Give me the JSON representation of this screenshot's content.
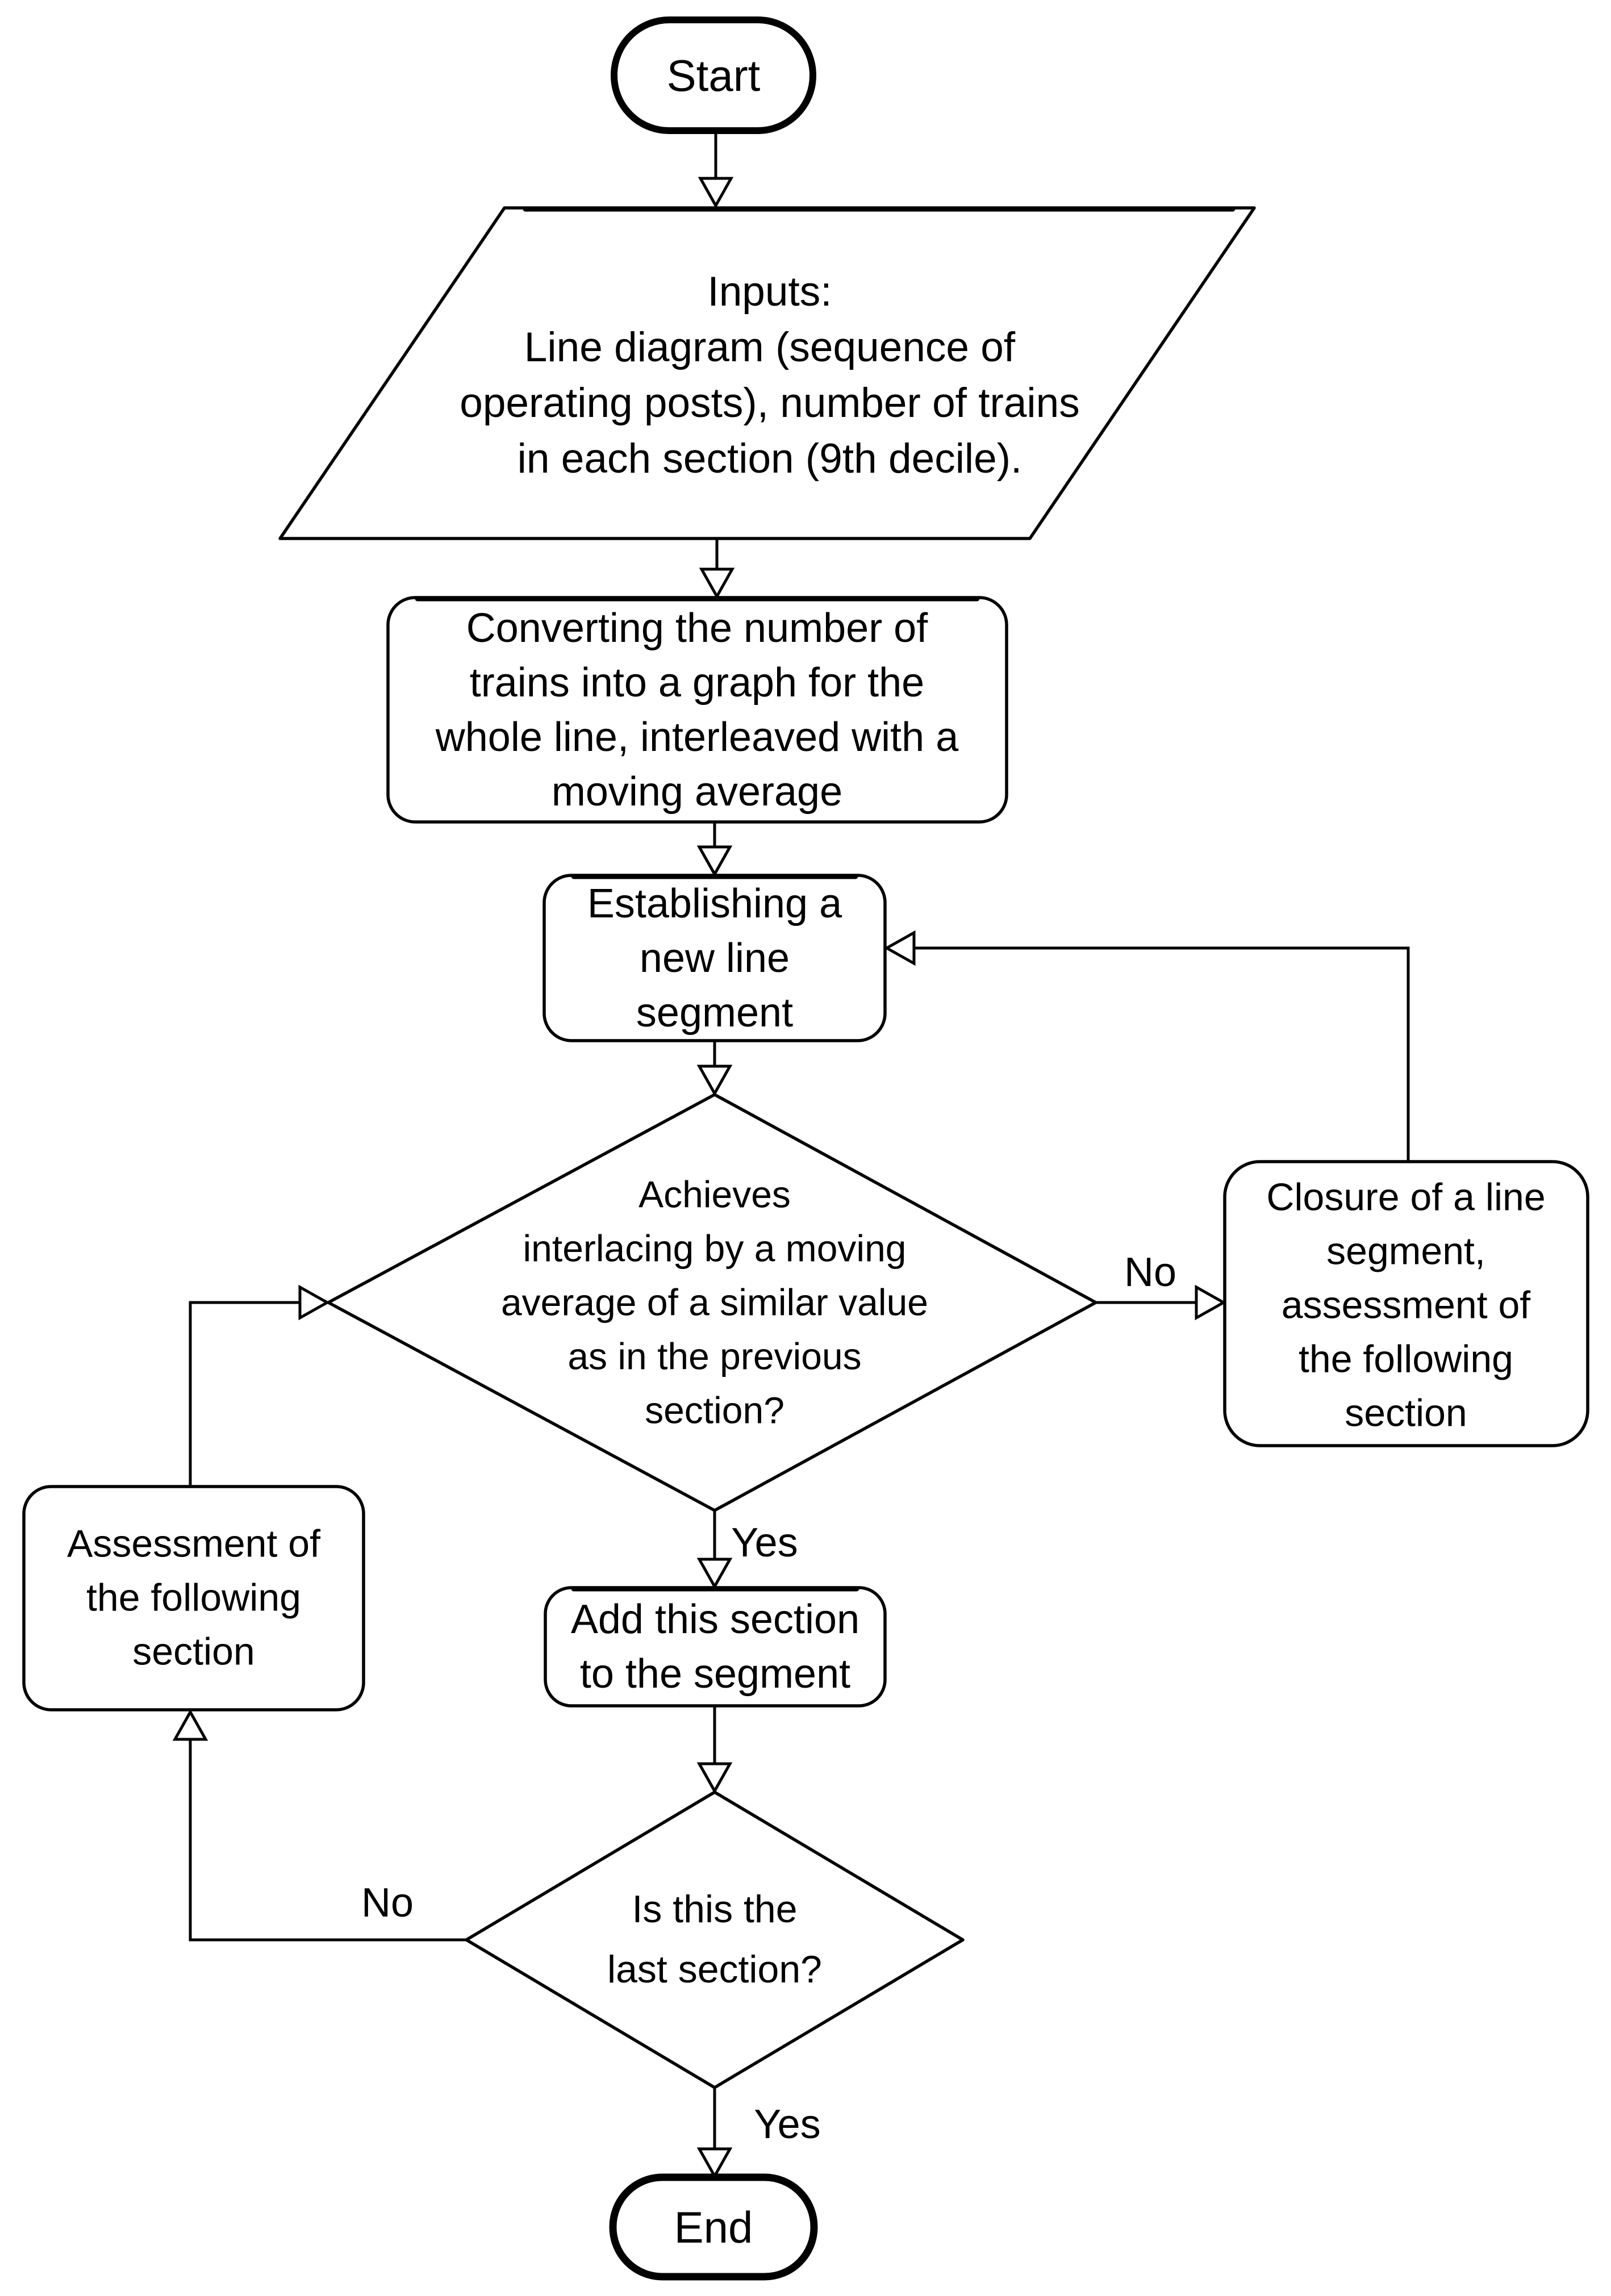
{
  "flowchart": {
    "type": "flowchart",
    "direction": "top-down",
    "colors": {
      "background": "#ffffff",
      "node_fill": "#ffffff",
      "stroke": "#000000",
      "text": "#000000"
    },
    "nodes": {
      "start": {
        "type": "terminator",
        "label": "Start"
      },
      "inputs": {
        "type": "input-output",
        "label": "Inputs:\nLine diagram (sequence of\noperating posts), number of trains\nin each section (9th decile)."
      },
      "convert": {
        "type": "process",
        "label": "Converting the number of\ntrains into a graph for the\nwhole line, interleaved with a\nmoving average"
      },
      "establish": {
        "type": "process",
        "label": "Establishing a\nnew line\nsegment"
      },
      "decide_interlacing": {
        "type": "decision",
        "label": "Achieves\ninterlacing by a moving\naverage of a similar value\nas in the previous\nsection?"
      },
      "closure": {
        "type": "process",
        "label": "Closure of a line\nsegment,\nassessment of\nthe following\nsection"
      },
      "add_section": {
        "type": "process",
        "label": "Add this section\nto the segment"
      },
      "decide_last": {
        "type": "decision",
        "label": "Is this the\nlast section?"
      },
      "assess": {
        "type": "process",
        "label": "Assessment of\nthe following\nsection"
      },
      "end": {
        "type": "terminator",
        "label": "End"
      }
    },
    "edge_labels": {
      "interlacing_no": "No",
      "interlacing_yes": "Yes",
      "last_no": "No",
      "last_yes": "Yes"
    },
    "connections": [
      "start -> inputs",
      "inputs -> convert",
      "convert -> establish",
      "establish -> decide_interlacing",
      "decide_interlacing -No-> closure",
      "closure -> establish",
      "decide_interlacing -Yes-> add_section",
      "add_section -> decide_last",
      "decide_last -No-> assess",
      "assess -> decide_interlacing",
      "decide_last -Yes-> end"
    ]
  }
}
